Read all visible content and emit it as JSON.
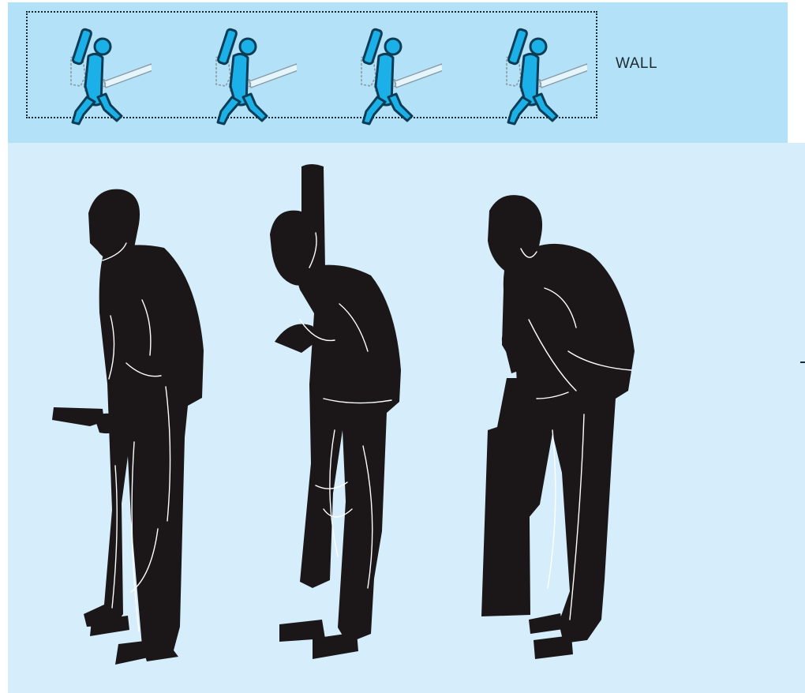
{
  "wall": {
    "label": "WALL",
    "icons": [
      "batsman-icon",
      "batsman-icon",
      "batsman-icon",
      "batsman-icon"
    ]
  },
  "figures": [
    "batsman-silhouette",
    "batsman-silhouette",
    "batsman-silhouette"
  ],
  "colors": {
    "wall_band": "#b3e1f7",
    "field": "#d6eefb",
    "icon_fill": "#1bb0e8",
    "icon_outline": "#0d3c55",
    "silhouette": "#1b1718"
  }
}
